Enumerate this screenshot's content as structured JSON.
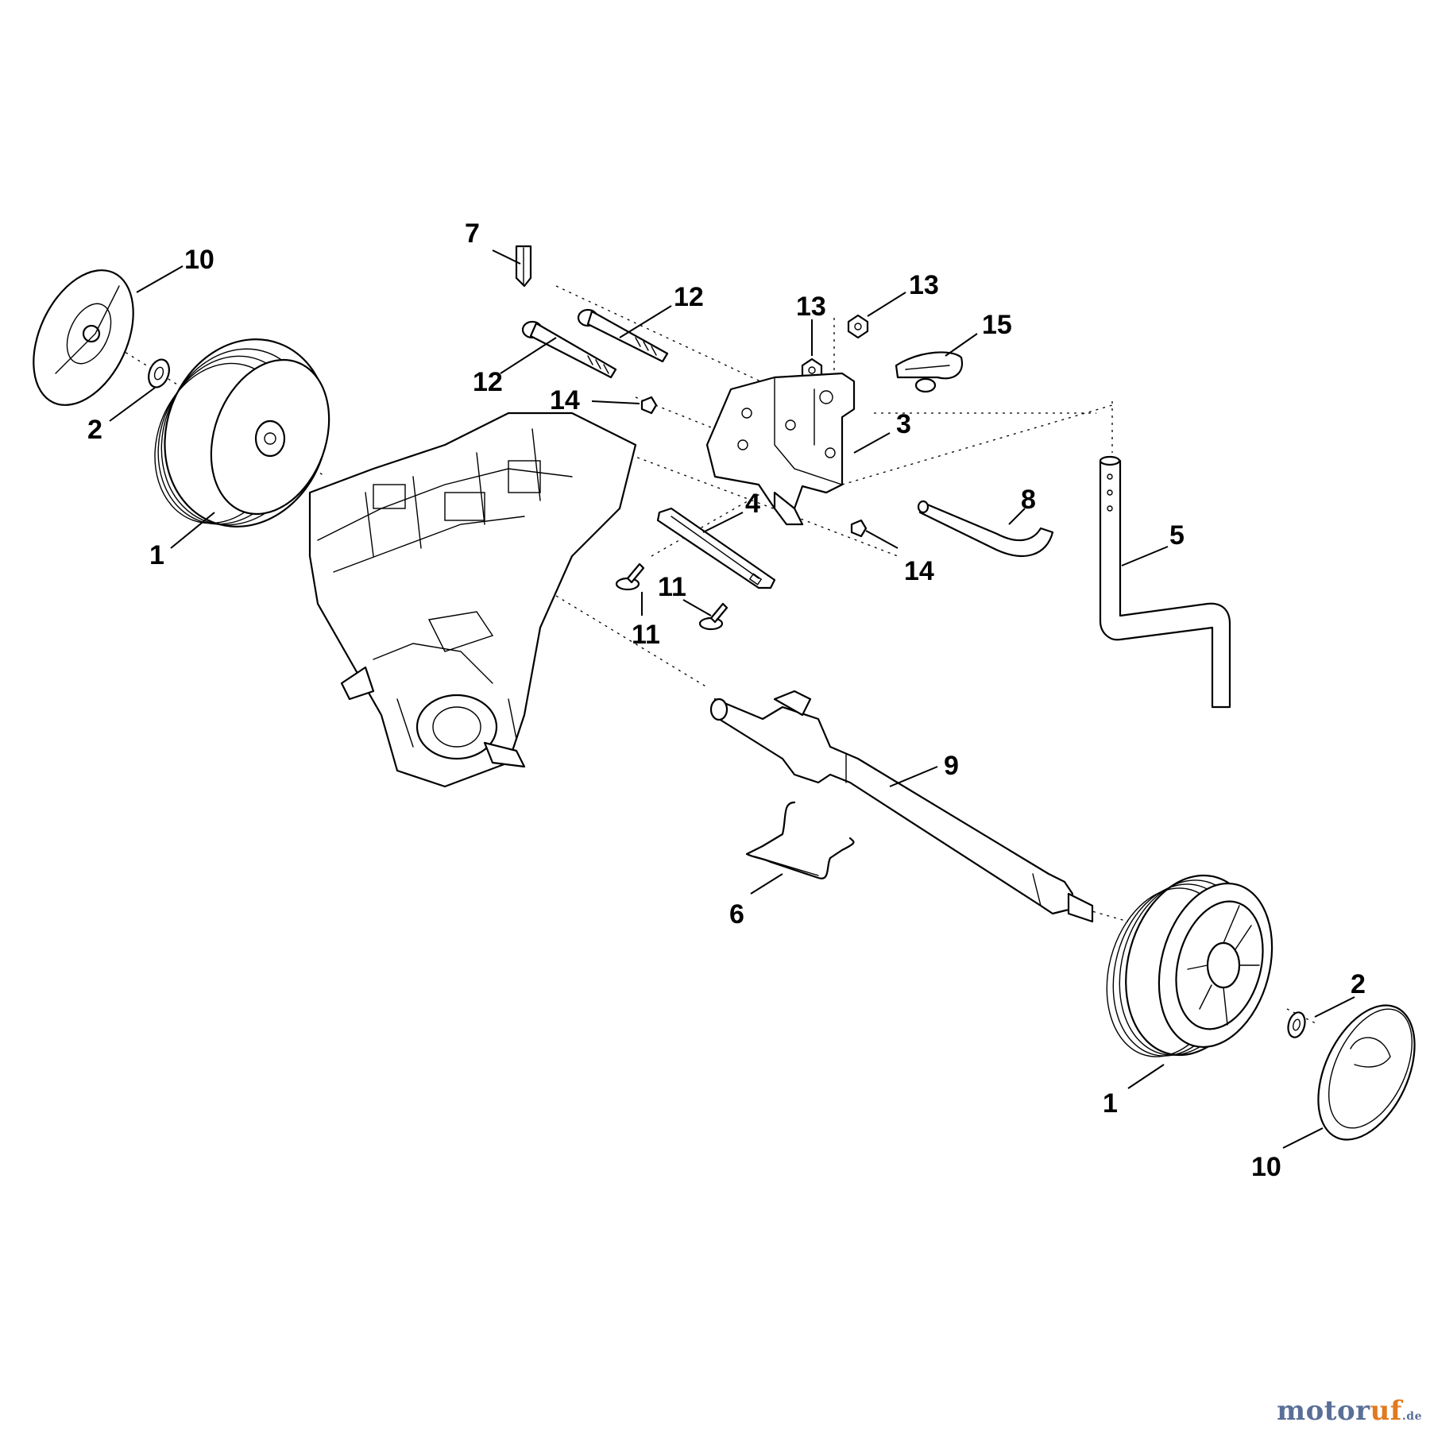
{
  "callouts": {
    "c1_left": "1",
    "c1_right": "1",
    "c2_left": "2",
    "c2_right": "2",
    "c3": "3",
    "c4": "4",
    "c5": "5",
    "c6": "6",
    "c7": "7",
    "c8": "8",
    "c9": "9",
    "c10_left": "10",
    "c10_right": "10",
    "c11_left": "11",
    "c11_right": "11",
    "c12_upper": "12",
    "c12_lower": "12",
    "c13_left": "13",
    "c13_right": "13",
    "c14_left": "14",
    "c14_right": "14",
    "c15": "15"
  },
  "watermark": {
    "brand_main": "motor",
    "brand_accent": "uf",
    "brand_suffix": ".de"
  },
  "colors": {
    "line": "#000000",
    "background": "#ffffff",
    "watermark_main": "#5a6f97",
    "watermark_accent": "#e07a1f"
  }
}
